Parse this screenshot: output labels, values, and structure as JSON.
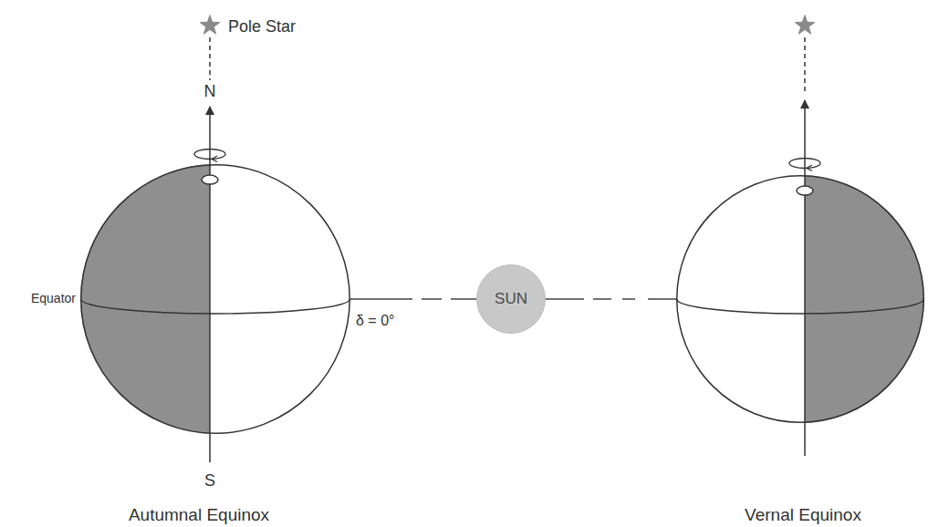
{
  "diagram": {
    "nodes": [
      {
        "text": [
          "Autumnal Equinox"
        ]
      },
      {
        "text": [
          "SUN"
        ]
      },
      {
        "text": [
          "Vernal Equinox"
        ]
      }
    ],
    "edges": [
      {
        "from": 0,
        "to": 1,
        "arrow": "none"
      },
      {
        "from": 1,
        "to": 2,
        "arrow": "none"
      }
    ],
    "labels": [
      "Pole Star",
      "N",
      "Equator",
      "δ = 0°",
      "S"
    ]
  }
}
